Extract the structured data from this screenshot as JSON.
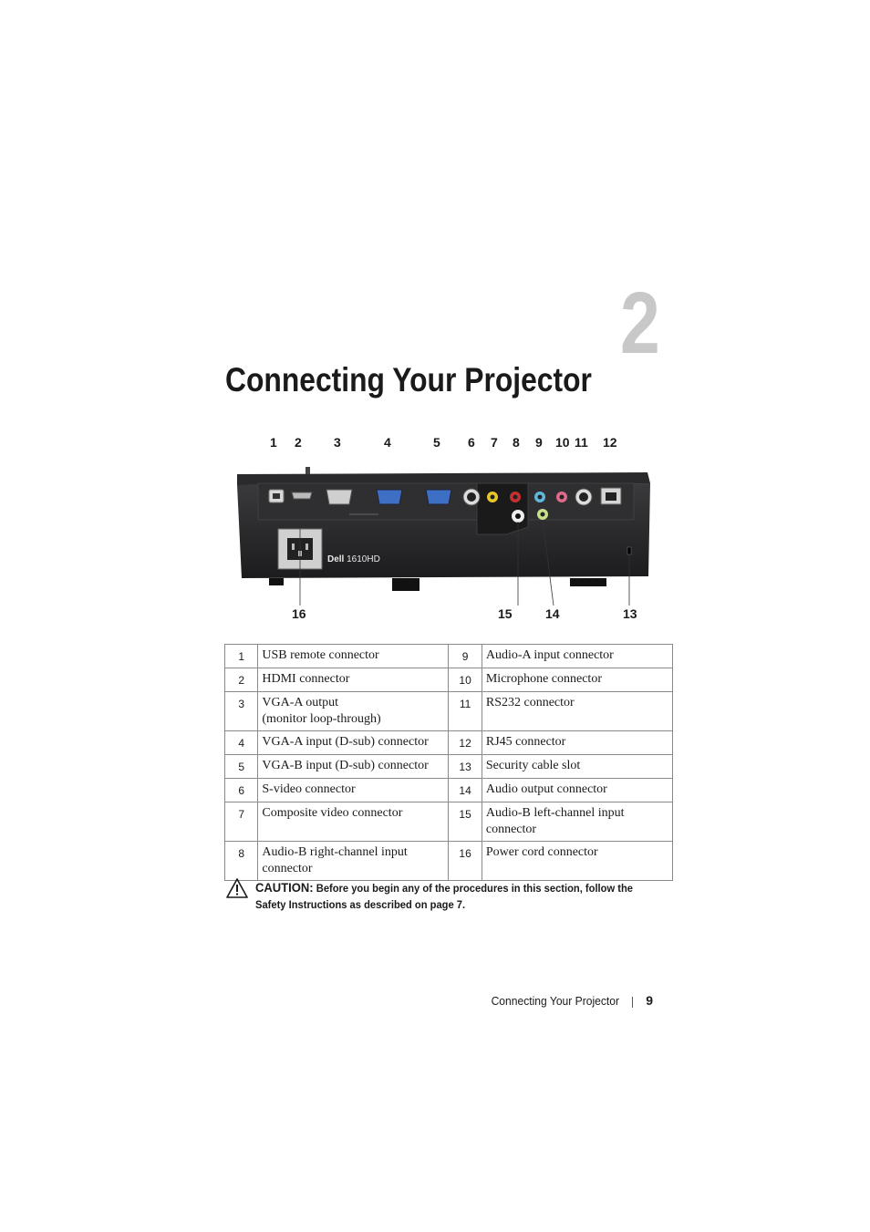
{
  "chapter": {
    "number": "2",
    "title": "Connecting Your Projector"
  },
  "figure": {
    "model_label_brand": "Dell",
    "model_label_model": "1610HD",
    "callouts_top": [
      "1",
      "2",
      "3",
      "4",
      "5",
      "6",
      "7",
      "8",
      "9",
      "10",
      "11",
      "12"
    ],
    "callouts_bottom": [
      "16",
      "15",
      "14",
      "13"
    ]
  },
  "parts_table": {
    "rows": [
      {
        "n1": "1",
        "d1": "USB remote connector",
        "n2": "9",
        "d2": "Audio-A input connector"
      },
      {
        "n1": "2",
        "d1": "HDMI connector",
        "n2": "10",
        "d2": "Microphone connector"
      },
      {
        "n1": "3",
        "d1": "VGA-A output",
        "d1b": "(monitor loop-through)",
        "n2": "11",
        "d2": "RS232 connector"
      },
      {
        "n1": "4",
        "d1": "VGA-A input (D-sub) connector",
        "n2": "12",
        "d2": "RJ45 connector"
      },
      {
        "n1": "5",
        "d1": "VGA-B input (D-sub) connector",
        "n2": "13",
        "d2": "Security cable slot"
      },
      {
        "n1": "6",
        "d1": "S-video connector",
        "n2": "14",
        "d2": "Audio output connector"
      },
      {
        "n1": "7",
        "d1": "Composite video connector",
        "n2": "15",
        "d2": "Audio-B left-channel input",
        "d2b": "connector"
      },
      {
        "n1": "8",
        "d1": "Audio-B right-channel input",
        "d1b": "connector",
        "n2": "16",
        "d2": "Power cord connector"
      }
    ]
  },
  "caution": {
    "label": "CAUTION:",
    "line1": "Before you begin any of the procedures in this section, follow the",
    "line2": "Safety Instructions as described on page 7.",
    "icon": "warning-triangle-icon"
  },
  "footer": {
    "title": "Connecting Your Projector",
    "page": "9"
  }
}
